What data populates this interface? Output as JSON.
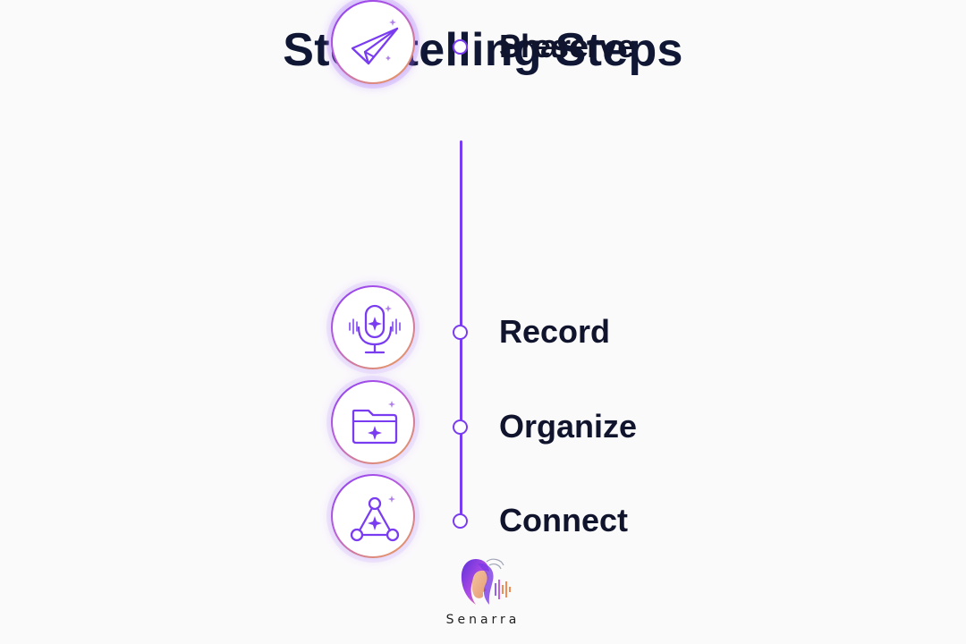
{
  "title": "Storytelling Steps",
  "steps": [
    {
      "label": "Record",
      "icon": "microphone-icon"
    },
    {
      "label": "Organize",
      "icon": "folder-icon"
    },
    {
      "label": "Connect",
      "icon": "network-triangle-icon"
    },
    {
      "label": "Preserve",
      "icon": "shield-icon"
    },
    {
      "label": "Share",
      "icon": "paper-plane-icon"
    }
  ],
  "brand": {
    "name": "Senarra"
  },
  "colors": {
    "accent": "#7a3cf0",
    "gradient_start": "#8a3df0",
    "gradient_end": "#f0a349",
    "text": "#10142d"
  }
}
